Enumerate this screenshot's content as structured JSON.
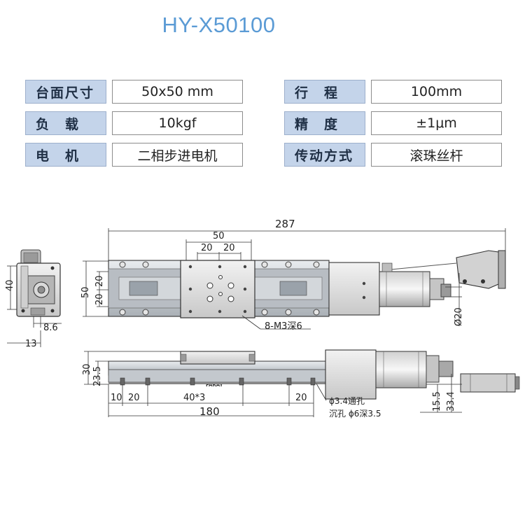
{
  "title": "HY-X50100",
  "specs": {
    "left": [
      {
        "label": "台面尺寸",
        "value": "50x50 mm"
      },
      {
        "label": "负　载",
        "value": "10kgf"
      },
      {
        "label": "电　机",
        "value": "二相步进电机"
      }
    ],
    "right": [
      {
        "label": "行　程",
        "value": "100mm"
      },
      {
        "label": "精　度",
        "value": "±1μm"
      },
      {
        "label": "传动方式",
        "value": "滚珠丝杆"
      }
    ]
  },
  "drawing": {
    "dims": {
      "total_length": "287",
      "table_width": "50",
      "table_half_a": "20",
      "table_half_b": "20",
      "side_50": "50",
      "side_20a": "20",
      "side_20b": "20",
      "end_40": "40",
      "end_8_6": "8.6",
      "end_13": "13",
      "tap_note": "8-M3深6",
      "motor_dia": "Ø20",
      "height_30": "30",
      "height_23_5": "23.5",
      "base_10": "10",
      "base_20": "20",
      "base_pitch": "40*3",
      "base_20_end": "20",
      "base_length": "180",
      "hole_note_1": "ϕ3.4通孔",
      "hole_note_2": "沉孔 ϕ6深3.5",
      "h_15_5": "15.5",
      "h_33_4": "33.4",
      "brand": "FARAY"
    }
  }
}
